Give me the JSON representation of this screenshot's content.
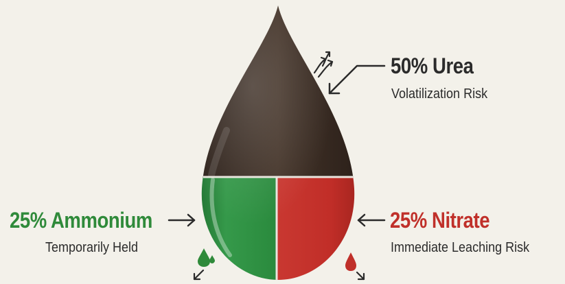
{
  "urea": {
    "title": "50% Urea",
    "subtitle": "Volatilization Risk"
  },
  "ammonium": {
    "title": "25% Ammonium",
    "subtitle": "Temporarily Held"
  },
  "nitrate": {
    "title": "25% Nitrate",
    "subtitle": "Immediate Leaching Risk"
  },
  "chart_data": {
    "type": "pie",
    "categories": [
      "Urea",
      "Ammonium",
      "Nitrate"
    ],
    "values": [
      50,
      25,
      25
    ]
  },
  "colors": {
    "background": "#f3f1ea",
    "urea": "#3a2c24",
    "ammonium": "#2e8a3e",
    "nitrate": "#c4302b",
    "text_dark": "#2b2b2b",
    "ammonium_text": "#2f8a3a",
    "nitrate_text": "#c0302a"
  },
  "icons": {
    "volatilization": "rising-vapor-arrows-icon",
    "ammonium_drop": "green-droplet-icon",
    "nitrate_drop": "red-droplet-icon"
  }
}
